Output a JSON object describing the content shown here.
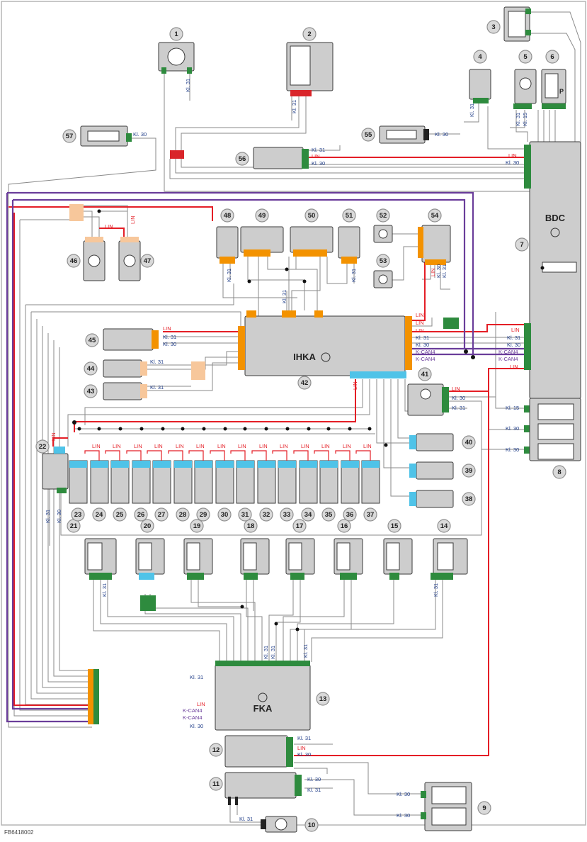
{
  "doc_id": "FB6418002",
  "labels": {
    "kl30": "Kl. 30",
    "kl31": "Kl. 31",
    "kl15": "Kl. 15",
    "lin": "LIN",
    "kcan4": "K-CAN4",
    "bdc": "BDC",
    "ihka": "IHKA",
    "fka": "FKA",
    "p": "P"
  },
  "components": [
    "1",
    "2",
    "3",
    "4",
    "5",
    "6",
    "7",
    "8",
    "9",
    "10",
    "11",
    "12",
    "13",
    "14",
    "15",
    "16",
    "17",
    "18",
    "19",
    "20",
    "21",
    "22",
    "23",
    "24",
    "25",
    "26",
    "27",
    "28",
    "29",
    "30",
    "31",
    "32",
    "33",
    "34",
    "35",
    "36",
    "37",
    "38",
    "39",
    "40",
    "41",
    "42",
    "43",
    "44",
    "45",
    "46",
    "47",
    "48",
    "49",
    "50",
    "51",
    "52",
    "53",
    "54",
    "55",
    "56",
    "57"
  ]
}
